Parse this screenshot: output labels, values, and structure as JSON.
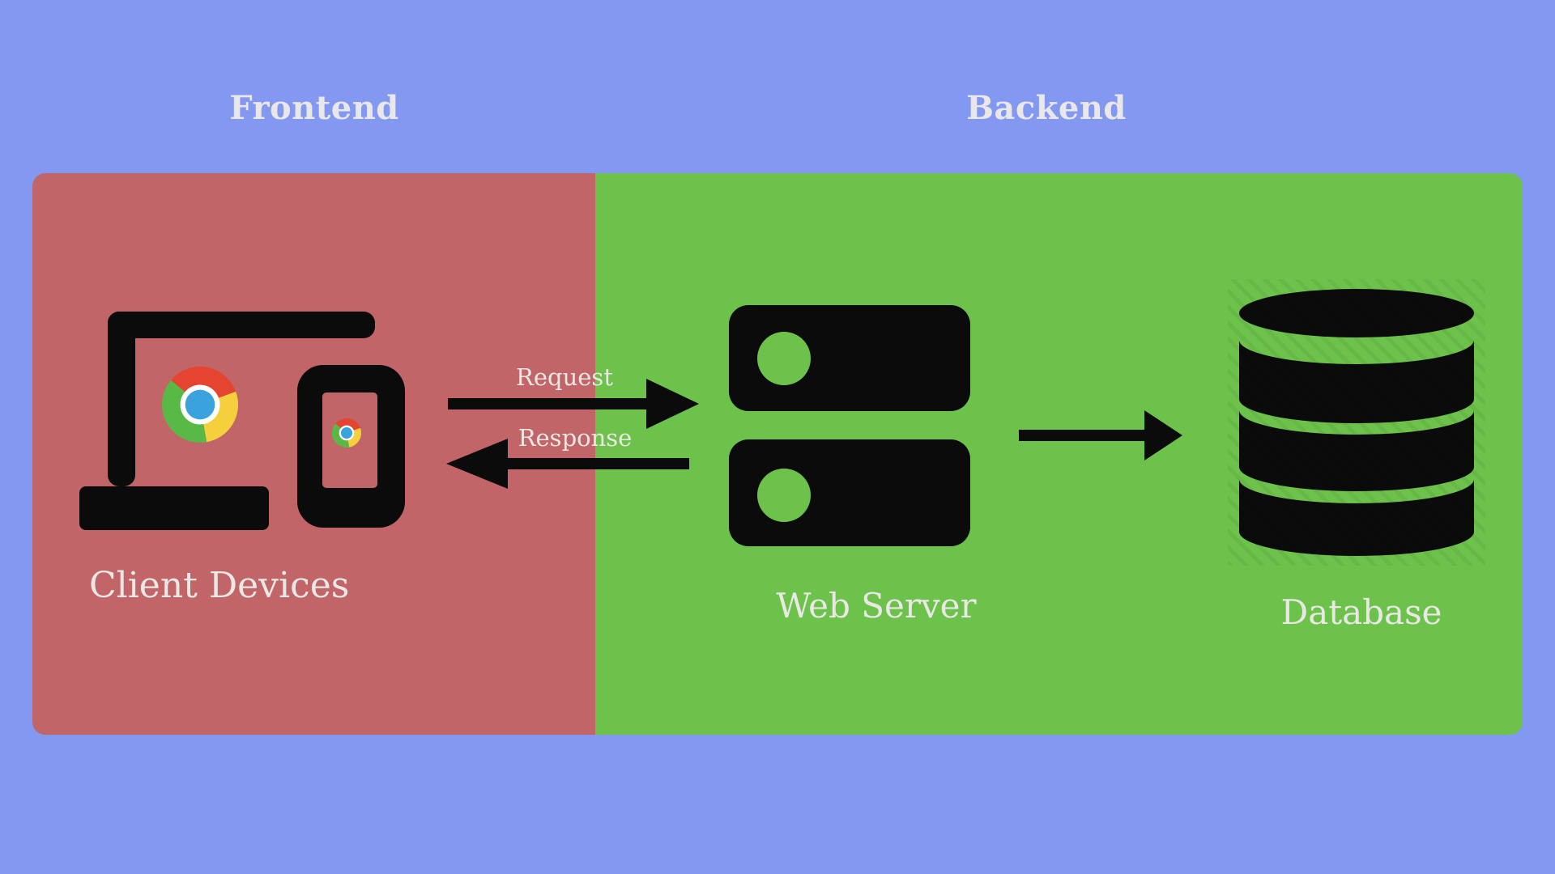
{
  "titles": {
    "frontend": "Frontend",
    "backend": "Backend"
  },
  "zones": {
    "frontend": {
      "label": "Frontend",
      "color": "#c16568"
    },
    "backend": {
      "label": "Backend",
      "color": "#6dc24c"
    }
  },
  "nodes": {
    "client_devices": {
      "label": "Client Devices",
      "icon": "laptop-phone-chrome-icon"
    },
    "web_server": {
      "label": "Web Server",
      "icon": "server-stack-icon"
    },
    "database": {
      "label": "Database",
      "icon": "database-cylinder-icon"
    }
  },
  "arrows": {
    "request": {
      "label": "Request",
      "direction": "right",
      "from": "client_devices",
      "to": "web_server"
    },
    "response": {
      "label": "Response",
      "direction": "left",
      "from": "web_server",
      "to": "client_devices"
    },
    "server_to_db": {
      "label": "",
      "direction": "right",
      "from": "web_server",
      "to": "database"
    }
  },
  "colors": {
    "bg_blue": "#8398f1",
    "panel_red": "#c16568",
    "panel_green": "#6dc24c",
    "icon_black": "#0b0b0b",
    "title_text": "#e9e7e8",
    "label_text": "#eae8e4",
    "chrome_red": "#e54430",
    "chrome_yellow": "#f5d03c",
    "chrome_green": "#58b947",
    "chrome_blue": "#3aa2dc",
    "chrome_white": "#ffffff"
  }
}
